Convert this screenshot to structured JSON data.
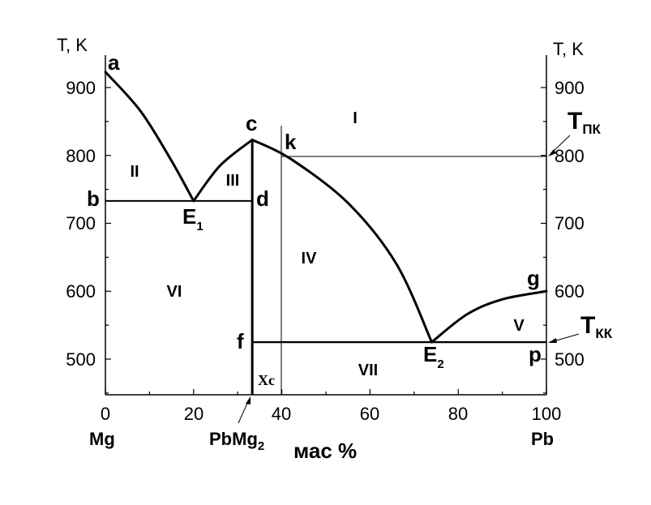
{
  "axes": {
    "left_unit": "T, K",
    "right_unit": "T, K",
    "x_title": "мас %",
    "x_ticks": [
      "0",
      "20",
      "40",
      "60",
      "80",
      "100"
    ],
    "y_ticks_left": [
      "500",
      "600",
      "700",
      "800",
      "900"
    ],
    "y_ticks_right": [
      "500",
      "600",
      "700",
      "800",
      "900"
    ],
    "x_left_component": "Mg",
    "x_right_component": "Pb",
    "compound": {
      "base": "PbMg",
      "sub": "2"
    },
    "xc_label": "Xc"
  },
  "points": {
    "a": "a",
    "b": "b",
    "c": "c",
    "d": "d",
    "k": "k",
    "f": "f",
    "g": "g",
    "p": "p",
    "E1": {
      "base": "E",
      "sub": "1"
    },
    "E2": {
      "base": "E",
      "sub": "2"
    }
  },
  "regions": {
    "I": "I",
    "II": "II",
    "III": "III",
    "IV": "IV",
    "V": "V",
    "VI": "VI",
    "VII": "VII"
  },
  "temps": {
    "T_pk": {
      "base": "T",
      "sub": "ПК"
    },
    "T_kk": {
      "base": "T",
      "sub": "КК"
    }
  },
  "chart_data": {
    "type": "phase-diagram",
    "xlim": [
      0,
      100
    ],
    "ylim": [
      450,
      950
    ],
    "liquidus_a_e1": [
      [
        0,
        923
      ],
      [
        8,
        865
      ],
      [
        15,
        792
      ],
      [
        20,
        733
      ]
    ],
    "liquidus_e1_c": [
      [
        20,
        733
      ],
      [
        26,
        785
      ],
      [
        33.3,
        823
      ]
    ],
    "liquidus_c_e2": [
      [
        33.3,
        823
      ],
      [
        42,
        795
      ],
      [
        55,
        730
      ],
      [
        66,
        640
      ],
      [
        74,
        525
      ]
    ],
    "liquidus_e2_g": [
      [
        74,
        525
      ],
      [
        82,
        566
      ],
      [
        90,
        588
      ],
      [
        100,
        600
      ]
    ],
    "eutectic_line_1": {
      "T": 733,
      "x": [
        0,
        33.3
      ]
    },
    "eutectic_line_2": {
      "T": 525,
      "x": [
        33.3,
        100
      ]
    },
    "compound_x": 33.3,
    "xc": 40,
    "T_pk": 800,
    "T_kk": 525
  }
}
